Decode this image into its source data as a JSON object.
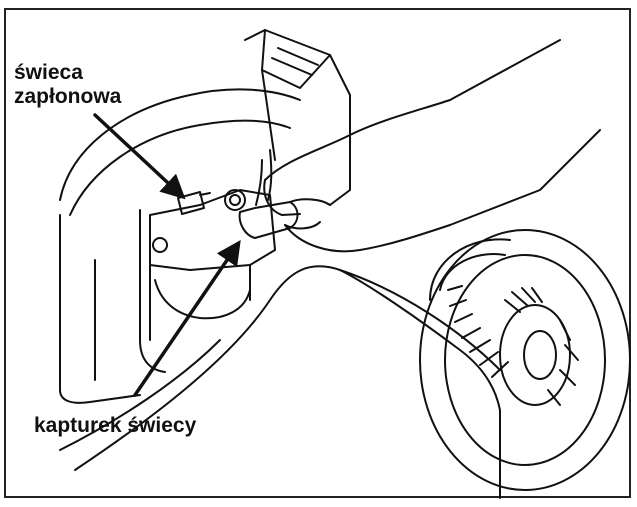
{
  "labels": {
    "spark_plug_line1": "świeca",
    "spark_plug_line2": "zapłonowa",
    "spark_plug_cap": "kapturek świecy"
  },
  "colors": {
    "ink": "#111111",
    "paper": "#ffffff",
    "border": "#222222"
  },
  "icons": {
    "arrow": "arrow-icon"
  }
}
